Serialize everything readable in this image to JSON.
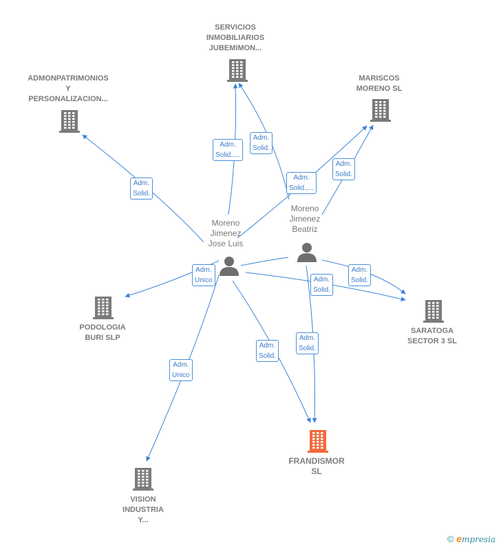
{
  "colors": {
    "edge": "#3b84d8",
    "company_icon": "#7b7b7b",
    "main_company_icon": "#f26a3b",
    "person_icon": "#6e6e6e"
  },
  "nodes": {
    "servicios": [
      "SERVICIOS",
      "INMOBILIARIOS",
      "JUBEMIMON..."
    ],
    "admonpatrimonios": [
      "ADMONPATRIMONIOS",
      "Y",
      "PERSONALIZACION..."
    ],
    "mariscos": [
      "MARISCOS",
      "MORENO SL"
    ],
    "podologia": [
      "PODOLOGIA",
      "BURI  SLP"
    ],
    "saratoga": [
      "SARATOGA",
      "SECTOR 3  SL"
    ],
    "frandismor": [
      "FRANDISMOR",
      "SL"
    ],
    "vision": [
      "VISION",
      "INDUSTRIA",
      "Y..."
    ],
    "person_jose_luis": [
      "Moreno",
      "Jimenez",
      "Jose Luis"
    ],
    "person_beatriz": [
      "Moreno",
      "Jimenez",
      "Beatriz"
    ]
  },
  "edge_labels": {
    "jl_admon": [
      "Adm.",
      "Solid."
    ],
    "jl_servicios": [
      "Adm.",
      "Solid.,..."
    ],
    "be_servicios": [
      "Adm.",
      "Solid."
    ],
    "jl_mariscos": [
      "Adm.",
      "Solid.,..."
    ],
    "be_mariscos": [
      "Adm.",
      "Solid."
    ],
    "jl_podologia": [
      "Adm.",
      "Unico"
    ],
    "jl_vision": [
      "Adm.",
      "Unico"
    ],
    "jl_frandismor": [
      "Adm.",
      "Solid."
    ],
    "be_frandismor": [
      "Adm.",
      "Solid."
    ],
    "jl_saratoga": [
      "Adm.",
      "Solid."
    ],
    "be_saratoga": [
      "Adm.",
      "Solid."
    ]
  },
  "copyright": {
    "symbol": "©",
    "brand_initial": "e",
    "brand_rest": "mpresia"
  }
}
